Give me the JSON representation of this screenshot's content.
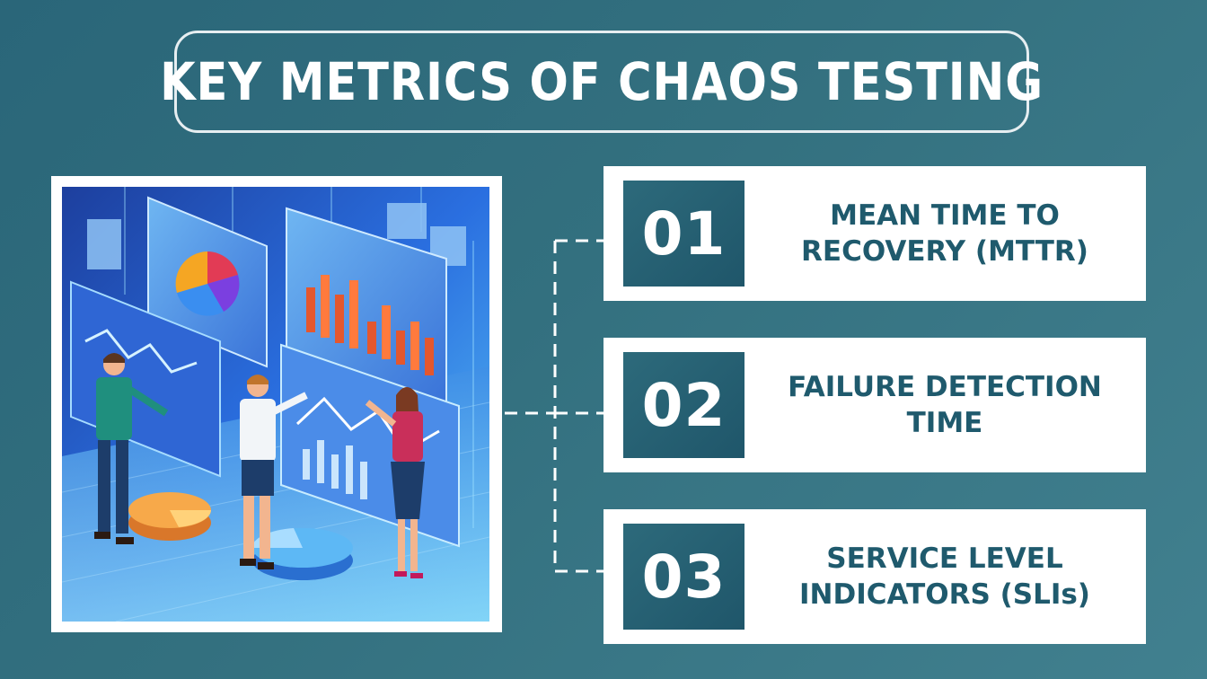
{
  "title": "KEY METRICS OF CHAOS TESTING",
  "colors": {
    "background": "#33707f",
    "accent_dark": "#1f566a",
    "label_text": "#1f5a6d",
    "card": "#ffffff"
  },
  "illustration": {
    "icon": "analytics-dashboard-illustration"
  },
  "items": [
    {
      "number": "01",
      "line1": "MEAN TIME TO",
      "line2": "RECOVERY (MTTR)"
    },
    {
      "number": "02",
      "line1": "FAILURE DETECTION",
      "line2": "TIME"
    },
    {
      "number": "03",
      "line1": "SERVICE LEVEL",
      "line2": "INDICATORS (SLIs)"
    }
  ]
}
